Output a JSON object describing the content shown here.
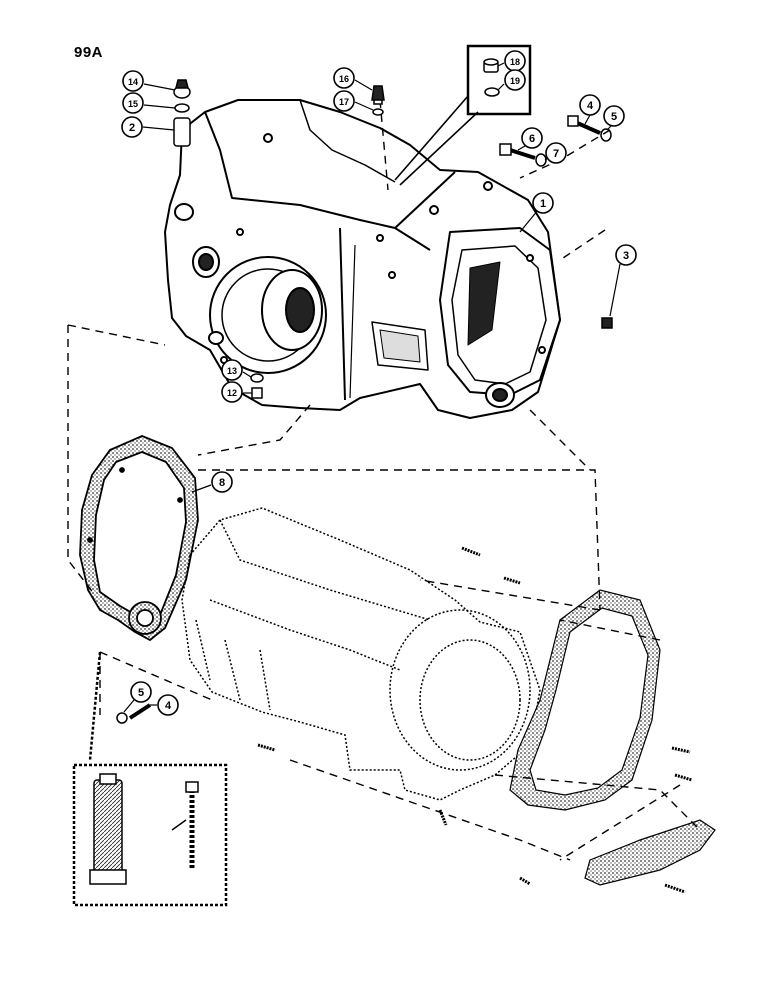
{
  "page_label": "99A",
  "callouts": [
    {
      "id": "c1",
      "label": "1"
    },
    {
      "id": "c2",
      "label": "2"
    },
    {
      "id": "c3",
      "label": "3"
    },
    {
      "id": "c4",
      "label": "4"
    },
    {
      "id": "c5",
      "label": "5"
    },
    {
      "id": "c6",
      "label": "6"
    },
    {
      "id": "c7",
      "label": "7"
    },
    {
      "id": "c8",
      "label": "8"
    },
    {
      "id": "c12",
      "label": "12"
    },
    {
      "id": "c13",
      "label": "13"
    },
    {
      "id": "c14",
      "label": "14"
    },
    {
      "id": "c15",
      "label": "15"
    },
    {
      "id": "c16",
      "label": "16"
    },
    {
      "id": "c17",
      "label": "17"
    },
    {
      "id": "c18",
      "label": "18"
    },
    {
      "id": "c19",
      "label": "19"
    },
    {
      "id": "c4b",
      "label": "4"
    },
    {
      "id": "c5b",
      "label": "5"
    }
  ],
  "colors": {
    "ink": "#000000",
    "paper": "#ffffff",
    "shade": "#555555"
  }
}
